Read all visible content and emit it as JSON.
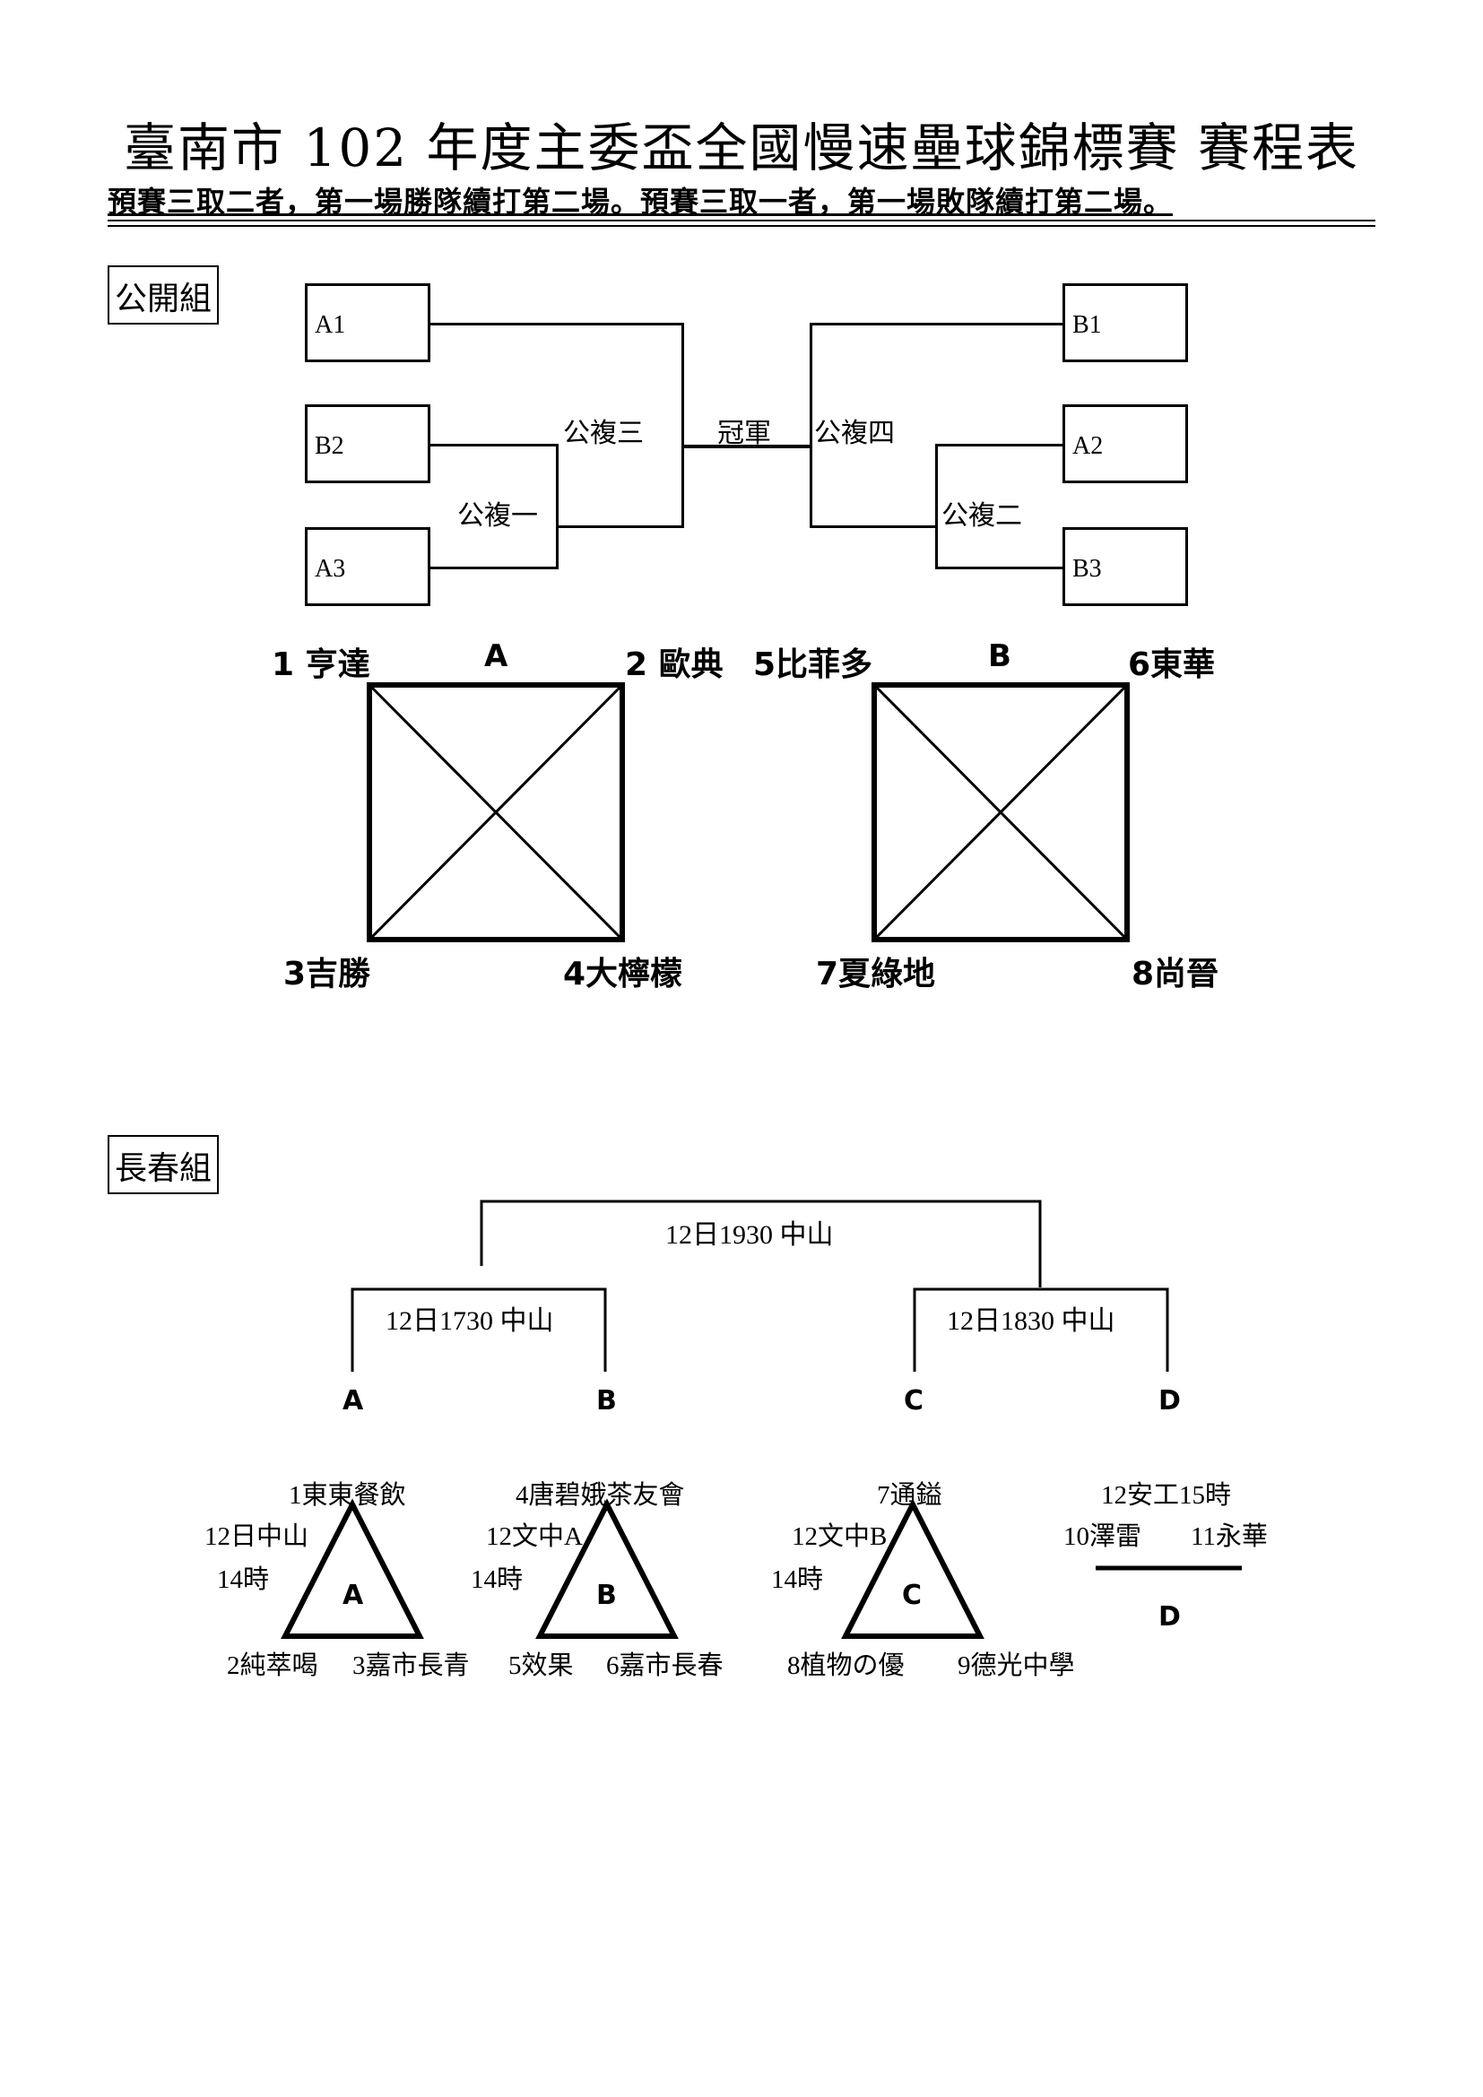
{
  "title": "臺南市 102 年度主委盃全國慢速壘球錦標賽  賽程表",
  "subtitle": "預賽三取二者，第一場勝隊續打第二場。預賽三取一者，第一場敗隊續打第二場。",
  "open": {
    "label": "公開組",
    "slots": [
      "A1",
      "B2",
      "A3",
      "B1",
      "A2",
      "B3"
    ],
    "games": {
      "g1": "公複一",
      "g2": "公複二",
      "g3": "公複三",
      "g4": "公複四",
      "final": "冠軍"
    },
    "poolA": {
      "letter": "A",
      "teams": [
        "1 亨達",
        "2 歐典",
        "3吉勝",
        "4大檸檬"
      ]
    },
    "poolB": {
      "letter": "B",
      "teams": [
        "5比菲多",
        "6東華",
        "7夏綠地",
        "8尚晉"
      ]
    }
  },
  "senior": {
    "label": "長春組",
    "final": "12日1930 中山",
    "semi1": "12日1730 中山",
    "semi2": "12日1830 中山",
    "letters": [
      "A",
      "B",
      "C",
      "D"
    ],
    "poolA": {
      "letter": "A",
      "top": "1東東餐飲",
      "left": "2純萃喝",
      "right": "3嘉市長青",
      "venue": "12日中山",
      "time": "14時"
    },
    "poolB": {
      "letter": "B",
      "top": "4唐碧娥茶友會",
      "left": "5效果",
      "right": "6嘉市長春",
      "venue": "12文中A",
      "time": "14時"
    },
    "poolC": {
      "letter": "C",
      "top": "7通鎰",
      "left": "8植物の優",
      "right": "9德光中學",
      "venue": "12文中B",
      "time": "14時"
    },
    "poolD": {
      "letter": "D",
      "top": "12安工15時",
      "left": "10澤雷",
      "right": "11永華"
    }
  }
}
